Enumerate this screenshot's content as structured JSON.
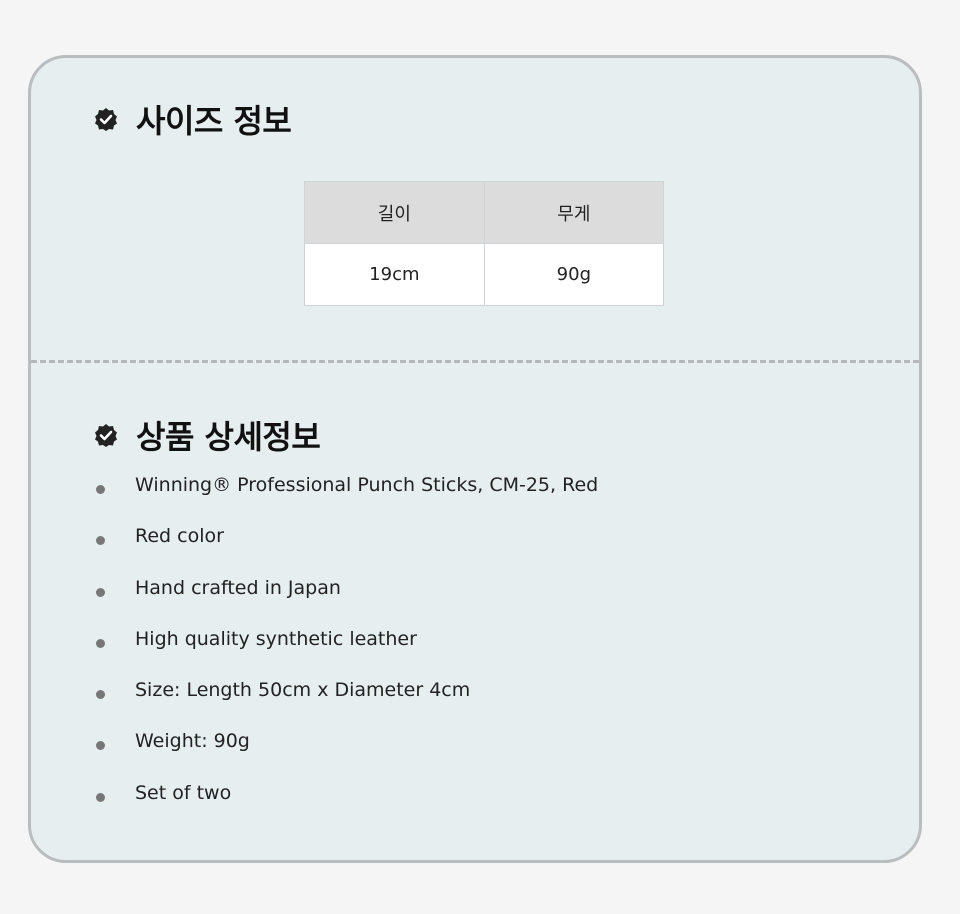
{
  "size_info": {
    "title": "사이즈 정보",
    "table": {
      "headers": [
        "길이",
        "무게"
      ],
      "rows": [
        [
          "19cm",
          "90g"
        ]
      ]
    }
  },
  "product_details": {
    "title": "상품 상세정보",
    "items": [
      "Winning® Professional Punch Sticks, CM-25, Red",
      "Red color",
      "Hand crafted in Japan",
      "High quality synthetic leather",
      "Size: Length 50cm x Diameter 4cm",
      "Weight: 90g",
      "Set of two"
    ]
  },
  "icons": {
    "section_icon": "verified-check-badge-icon"
  },
  "colors": {
    "card_background": "#e6eef0",
    "card_border": "#b9bdbf",
    "table_header_bg": "#dcdcdc",
    "bullet": "#777777",
    "icon": "#222222"
  }
}
